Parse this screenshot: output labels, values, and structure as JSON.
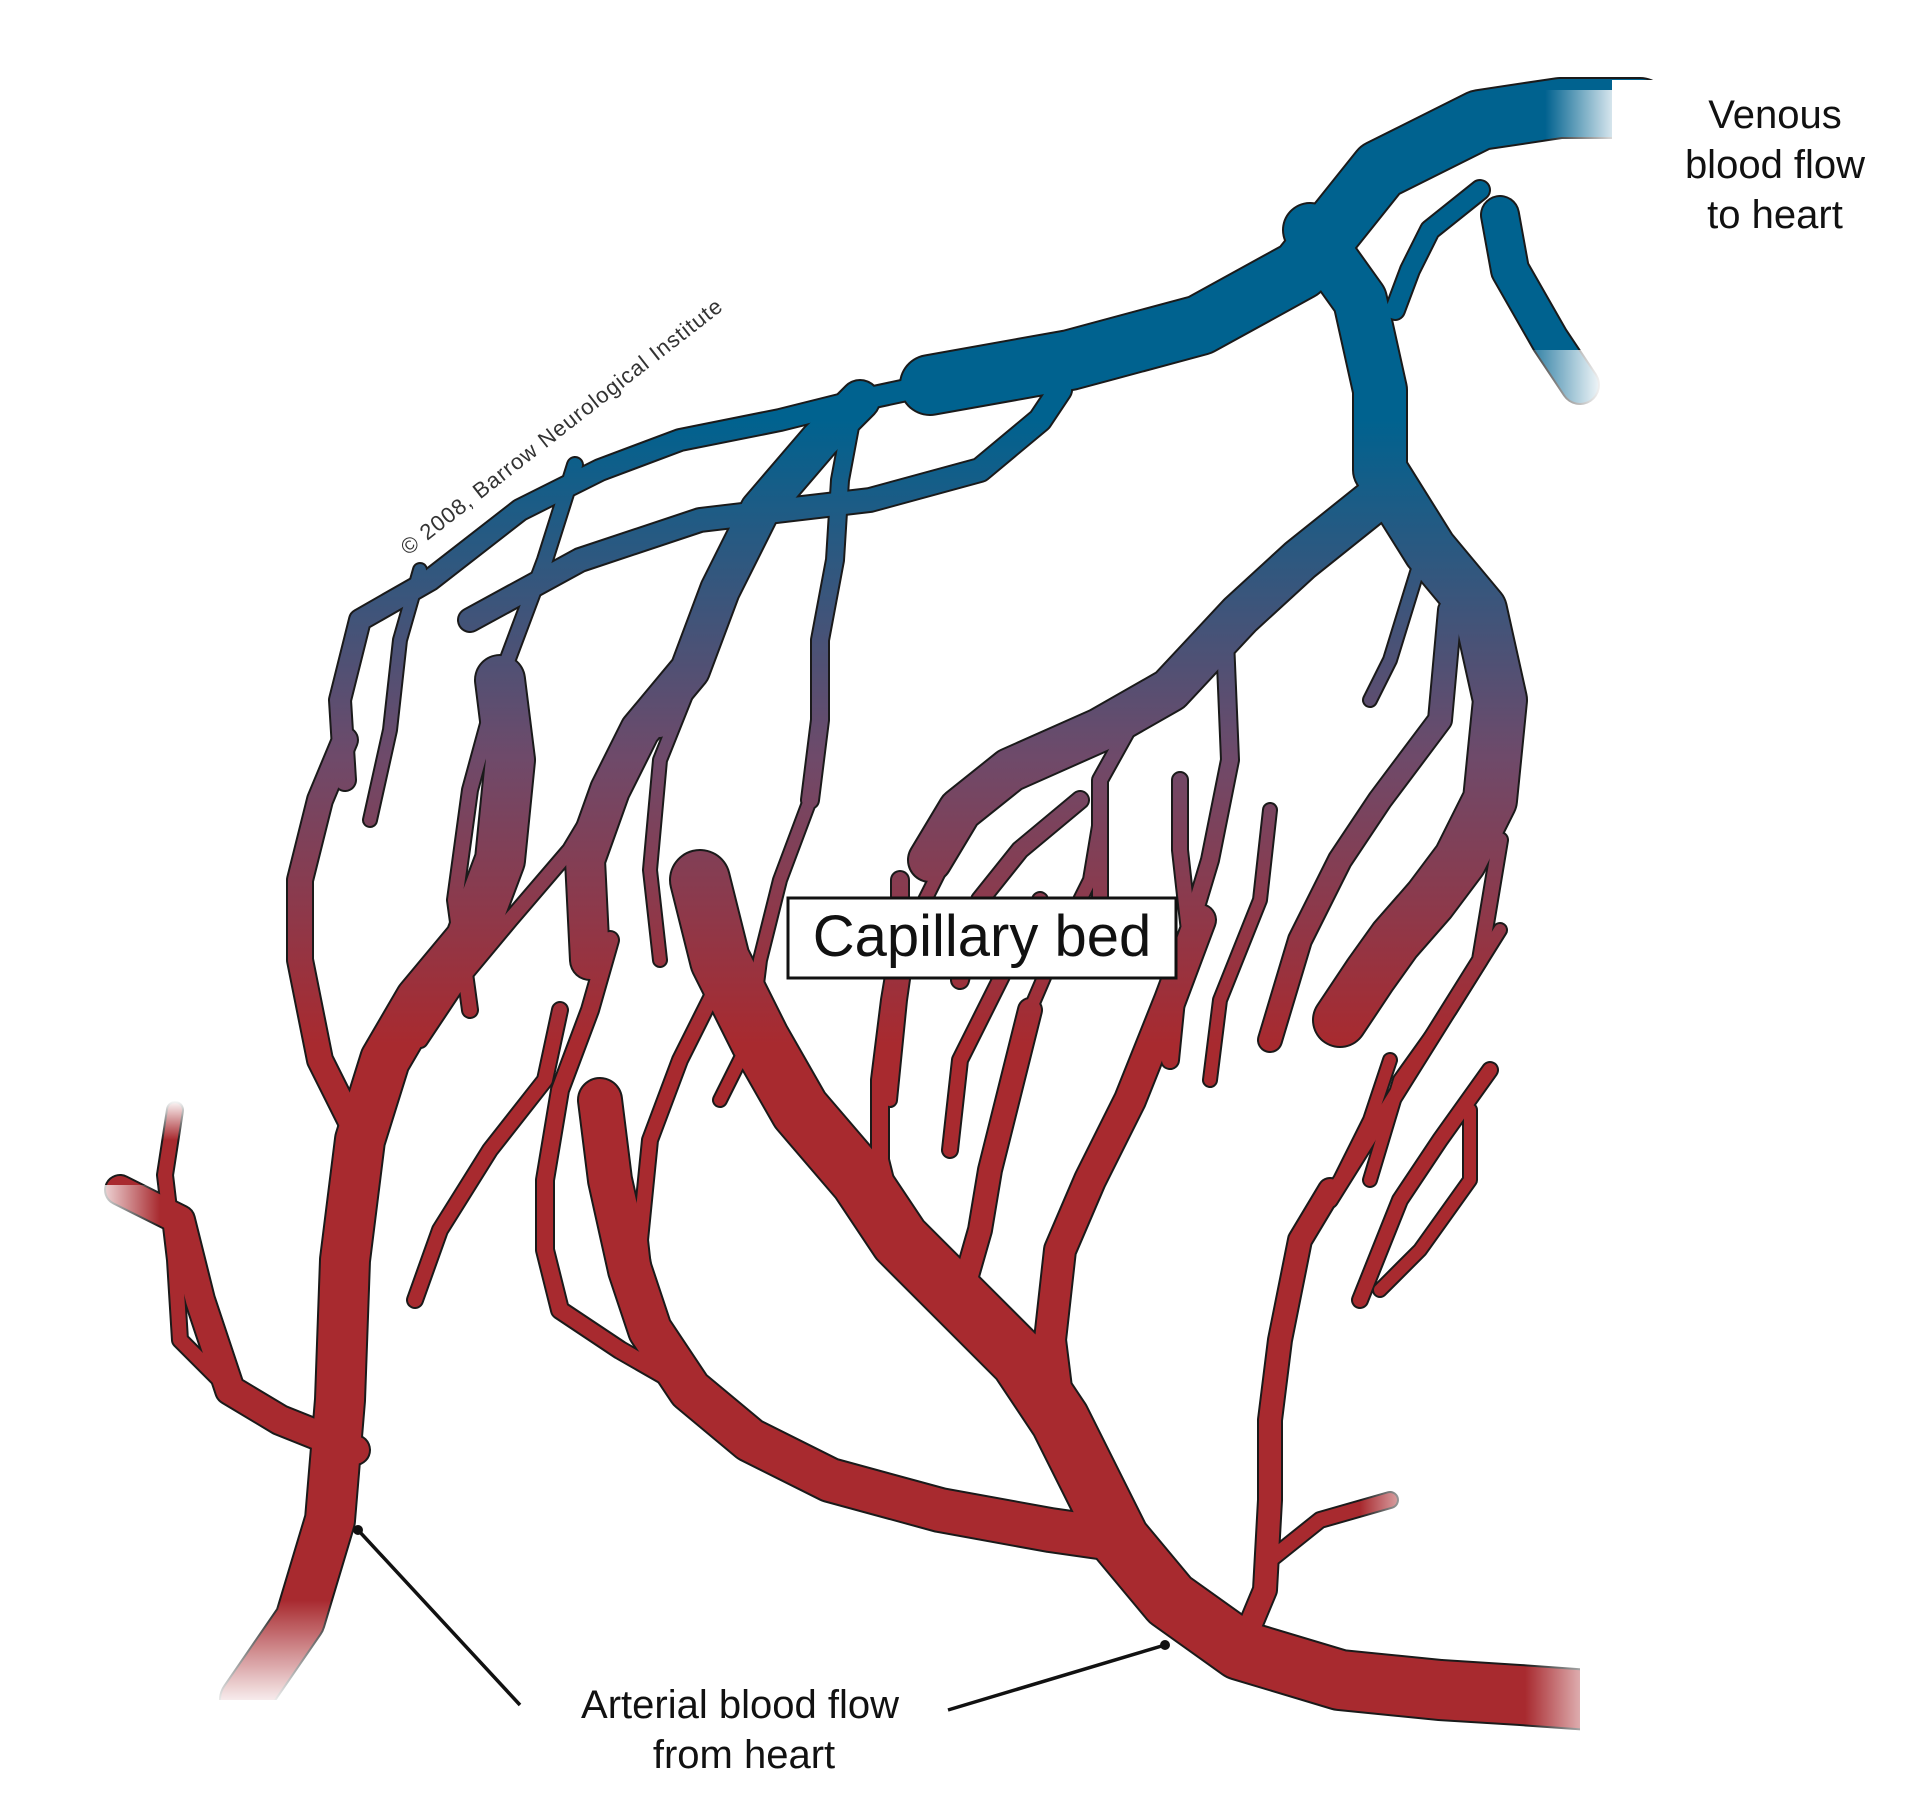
{
  "labels": {
    "venous_line1": "Venous",
    "venous_line2": "blood flow",
    "venous_line3": "to heart",
    "capillary": "Capillary bed",
    "arterial_line1": "Arterial blood flow",
    "arterial_line2": "from heart",
    "copyright": "© 2008, Barrow Neurological Institute"
  },
  "colors": {
    "arterial": "#a82a2f",
    "venous": "#00628f",
    "mixed": "#6e4a6a",
    "outline": "#1a1a1a"
  }
}
